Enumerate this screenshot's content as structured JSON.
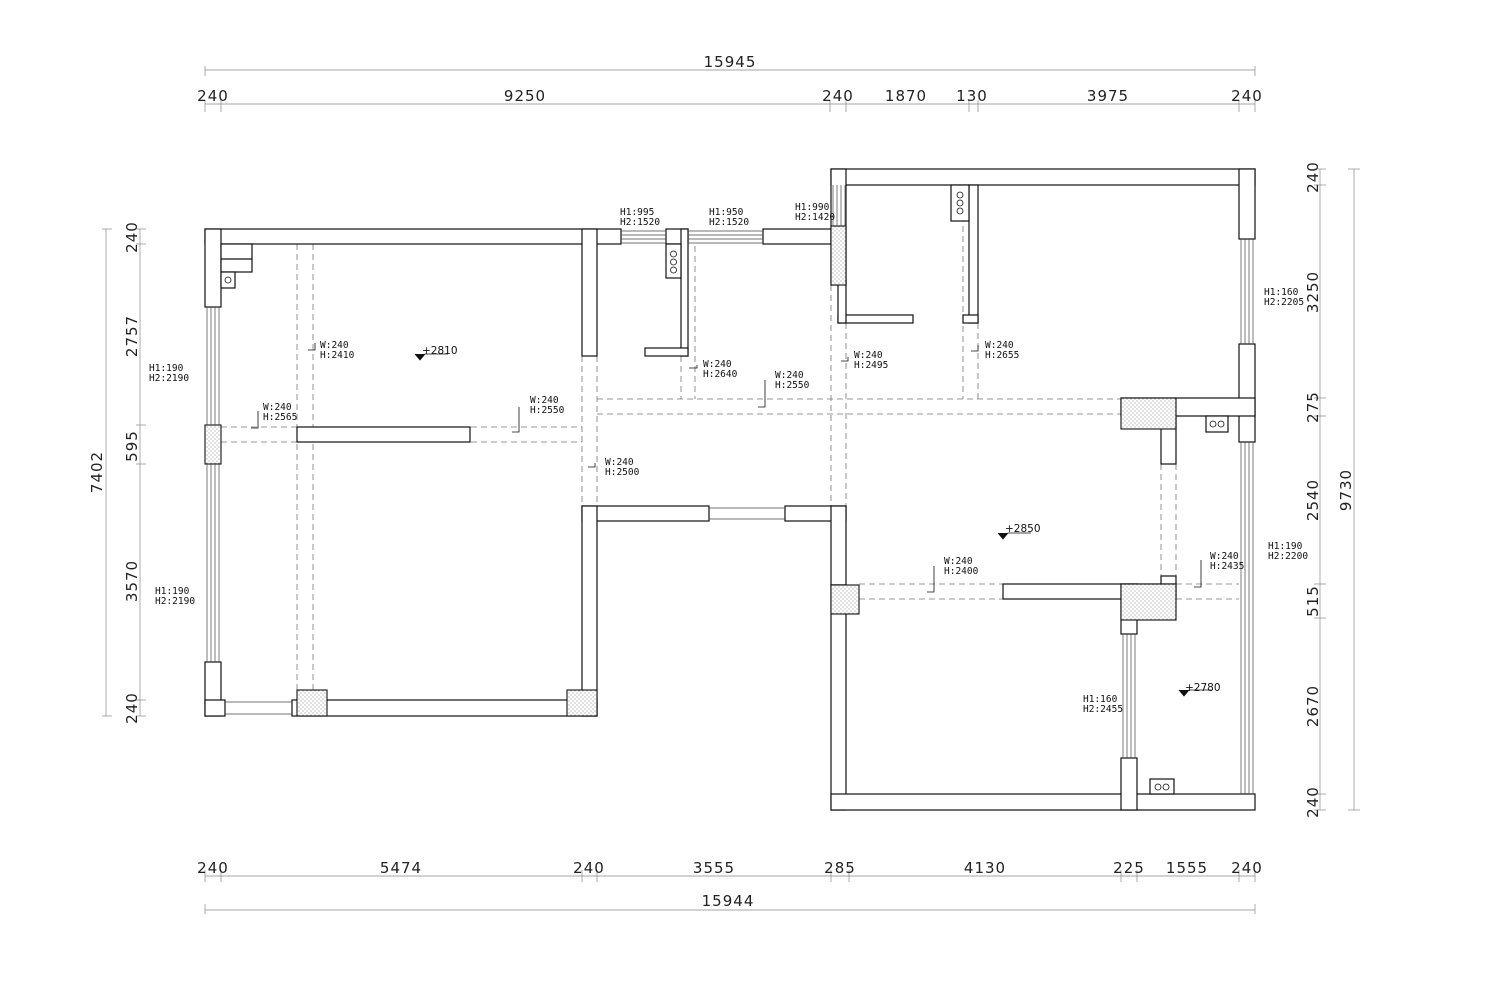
{
  "top_dims": {
    "total": "15945",
    "segments": [
      "240",
      "9250",
      "240",
      "1870",
      "130",
      "3975",
      "240"
    ]
  },
  "bottom_dims": {
    "total": "15944",
    "segments": [
      "240",
      "5474",
      "240",
      "3555",
      "285",
      "4130",
      "225",
      "1555",
      "240"
    ]
  },
  "left_dims": {
    "total": "7402",
    "segments": [
      "240",
      "2757",
      "595",
      "3570",
      "240"
    ]
  },
  "right_dims": {
    "total": "9730",
    "segments": [
      "240",
      "3250",
      "275",
      "2540",
      "515",
      "2670",
      "240"
    ]
  },
  "openings": [
    {
      "id": "w_left_upper",
      "h1": "H1:190",
      "h2": "H2:2190"
    },
    {
      "id": "w_left_lower",
      "h1": "H1:190",
      "h2": "H2:2190"
    },
    {
      "id": "w_top_1",
      "h1": "H1:995",
      "h2": "H2:1520"
    },
    {
      "id": "w_top_2",
      "h1": "H1:950",
      "h2": "H2:1520"
    },
    {
      "id": "w_top_3",
      "h1": "H1:990",
      "h2": "H2:1420"
    },
    {
      "id": "w_right_upper",
      "h1": "H1:160",
      "h2": "H2:2205"
    },
    {
      "id": "w_right_mid",
      "h1": "H1:190",
      "h2": "H2:2200"
    },
    {
      "id": "w_inner_lower",
      "h1": "H1:160",
      "h2": "H2:2455"
    }
  ],
  "beams": [
    {
      "w": "W:240",
      "h": "H:2410"
    },
    {
      "w": "W:240",
      "h": "H:2565"
    },
    {
      "w": "W:240",
      "h": "H:2550"
    },
    {
      "w": "W:240",
      "h": "H:2500"
    },
    {
      "w": "W:240",
      "h": "H:2640"
    },
    {
      "w": "W:240",
      "h": "H:2550"
    },
    {
      "w": "W:240",
      "h": "H:2495"
    },
    {
      "w": "W:240",
      "h": "H:2655"
    },
    {
      "w": "W:240",
      "h": "H:2400"
    },
    {
      "w": "W:240",
      "h": "H:2435"
    }
  ],
  "levels": [
    "+2810",
    "+2850",
    "+2780"
  ]
}
